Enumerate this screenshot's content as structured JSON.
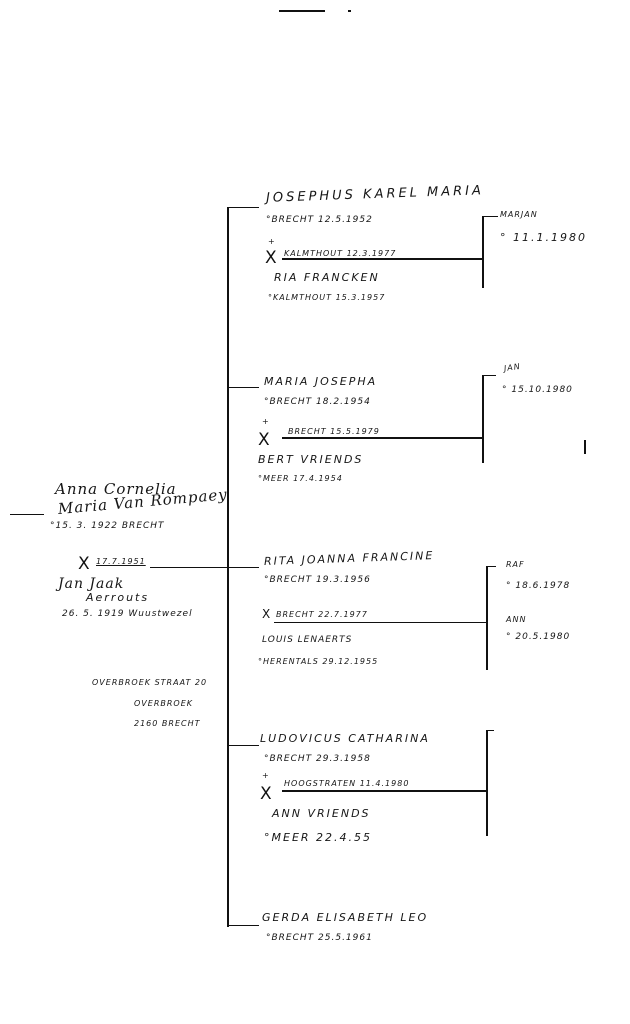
{
  "root": {
    "name_line1": "Anna Cornelia",
    "name_line2": "Maria Van Rompaey",
    "birth": "°15. 3. 1922 BRECHT",
    "marriage": "17.7.1951",
    "spouse": "Jan Jaak",
    "spouse_last": "Aerrouts",
    "spouse_birth": "26. 5. 1919 Wuustwezel",
    "address_line1": "OVERBROEK STRAAT 20",
    "address_line2": "OVERBROEK",
    "address_line3": "2160 BRECHT"
  },
  "children": [
    {
      "name": "JOSEPHUS KAREL MARIA",
      "birth": "°BRECHT 12.5.1952",
      "marriage": "KALMTHOUT 12.3.1977",
      "spouse": "RIA FRANCKEN",
      "spouse_birth": "°KALMTHOUT 15.3.1957",
      "kids": [
        {
          "name": "MARJAN",
          "birth": "° 11.1.1980"
        }
      ]
    },
    {
      "name": "MARIA JOSEPHA",
      "birth": "°BRECHT 18.2.1954",
      "marriage": "BRECHT 15.5.1979",
      "spouse": "BERT VRIENDS",
      "spouse_birth": "°MEER 17.4.1954",
      "kids": [
        {
          "name": "JAN",
          "birth": "° 15.10.1980"
        }
      ]
    },
    {
      "name": "RITA JOANNA FRANCINE",
      "birth": "°BRECHT 19.3.1956",
      "marriage": "BRECHT 22.7.1977",
      "spouse": "LOUIS LENAERTS",
      "spouse_birth": "°HERENTALS 29.12.1955",
      "kids": [
        {
          "name": "RAF",
          "birth": "° 18.6.1978"
        },
        {
          "name": "ANN",
          "birth": "° 20.5.1980"
        }
      ]
    },
    {
      "name": "LUDOVICUS CATHARINA",
      "birth": "°BRECHT 29.3.1958",
      "marriage": "HOOGSTRATEN 11.4.1980",
      "spouse": "ANN VRIENDS",
      "spouse_birth": "°MEER 22.4.55",
      "kids": []
    },
    {
      "name": "GERDA ELISABETH LEO",
      "birth": "°BRECHT 25.5.1961",
      "kids": []
    }
  ],
  "symbols": {
    "marriage_mark": "X",
    "death_cross": "+"
  }
}
